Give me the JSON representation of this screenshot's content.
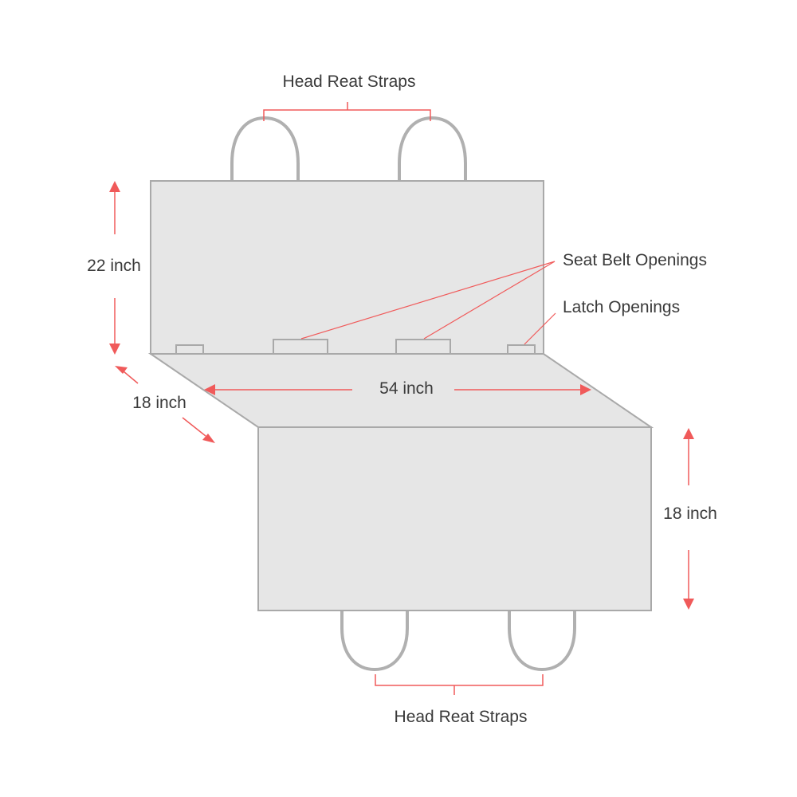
{
  "labels": {
    "top_straps": "Head Reat Straps",
    "bottom_straps": "Head Reat Straps",
    "seat_belt_openings": "Seat Belt Openings",
    "latch_openings": "Latch Openings",
    "back_height": "22 inch",
    "seat_depth": "18 inch",
    "width": "54 inch",
    "flap_height": "18 inch"
  },
  "colors": {
    "panel_fill": "#e6e6e6",
    "panel_stroke": "#a9a9a9",
    "strap": "#b0b0b0",
    "annotation": "#f05a5a",
    "text": "#3a3a3a"
  }
}
